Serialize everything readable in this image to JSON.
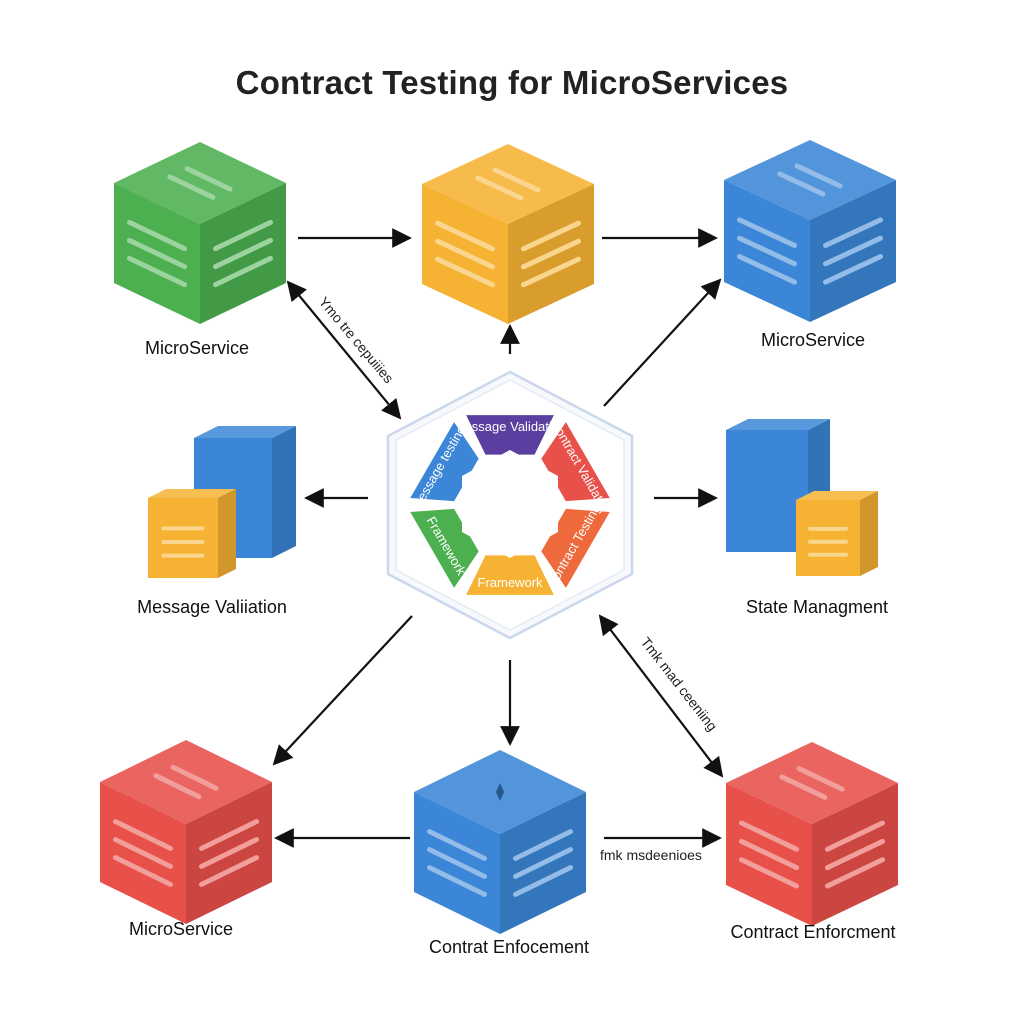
{
  "title": "Contract Testing for MicroServices",
  "colors": {
    "green": "#4CAF50",
    "yellow": "#F6B232",
    "blue": "#3B86D6",
    "red": "#E8504A",
    "purple": "#5B3FA0",
    "orange": "#EE6A3D"
  },
  "nodes": {
    "top_left": {
      "label": "MicroService"
    },
    "top_center": {
      "label": ""
    },
    "top_right": {
      "label": "MicroService"
    },
    "mid_left": {
      "label": "Message Valiiation"
    },
    "mid_right": {
      "label": "State Managment"
    },
    "bottom_left": {
      "label": "MicroService"
    },
    "bottom_center": {
      "label": "Contrat Enfocement"
    },
    "bottom_right": {
      "label": "Contract Enforcment"
    }
  },
  "hub": {
    "segments": [
      {
        "text": "Message Validation",
        "color": "#5B3FA0"
      },
      {
        "text": "Contract Validation",
        "color": "#E8504A"
      },
      {
        "text": "Contract Testing",
        "color": "#EE6A3D"
      },
      {
        "text": "Framework",
        "color": "#F6B232"
      },
      {
        "text": "Framework",
        "color": "#4CAF50"
      },
      {
        "text": "Message testing",
        "color": "#3B86D6"
      }
    ]
  },
  "edge_labels": {
    "left_diagonal": "Ymo tre cepuiiies",
    "right_diagonal": "Tmk mad ceeniing",
    "bottom_right": "fmk msdeenioes"
  }
}
